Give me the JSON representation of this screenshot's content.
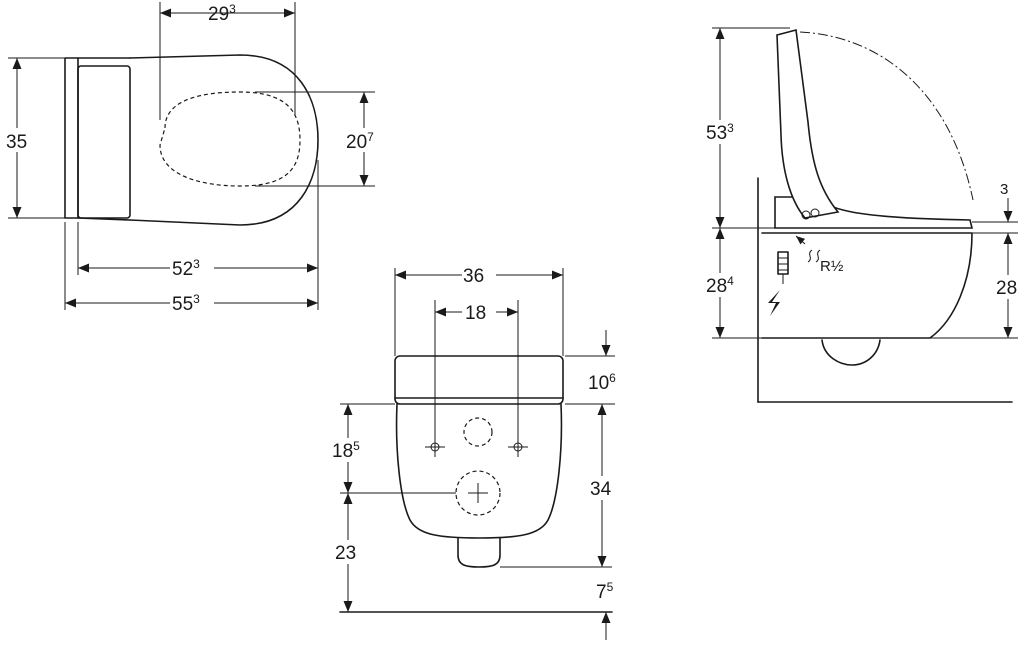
{
  "top_view": {
    "seat_width": {
      "main": "29",
      "sup": "3"
    },
    "depth_total": {
      "main": "35",
      "sup": ""
    },
    "opening_depth": {
      "main": "20",
      "sup": "7"
    },
    "length_bowl": {
      "main": "52",
      "sup": "3"
    },
    "length_total": {
      "main": "55",
      "sup": "3"
    }
  },
  "front_view": {
    "width_total": {
      "main": "36",
      "sup": ""
    },
    "fixing_spacing": {
      "main": "18",
      "sup": ""
    },
    "seat_height": {
      "main": "10",
      "sup": "6"
    },
    "fixing_to_outlet": {
      "main": "18",
      "sup": "5"
    },
    "bowl_height": {
      "main": "34",
      "sup": ""
    },
    "outlet_height": {
      "main": "23",
      "sup": ""
    },
    "floor_offset": {
      "main": "7",
      "sup": "5"
    }
  },
  "side_view": {
    "lid_height": {
      "main": "53",
      "sup": "3"
    },
    "seat_thickness": {
      "main": "3",
      "sup": ""
    },
    "bowl_height_left": {
      "main": "28",
      "sup": "4"
    },
    "bowl_height_right": {
      "main": "28",
      "sup": ""
    },
    "water_connection": "R½"
  }
}
